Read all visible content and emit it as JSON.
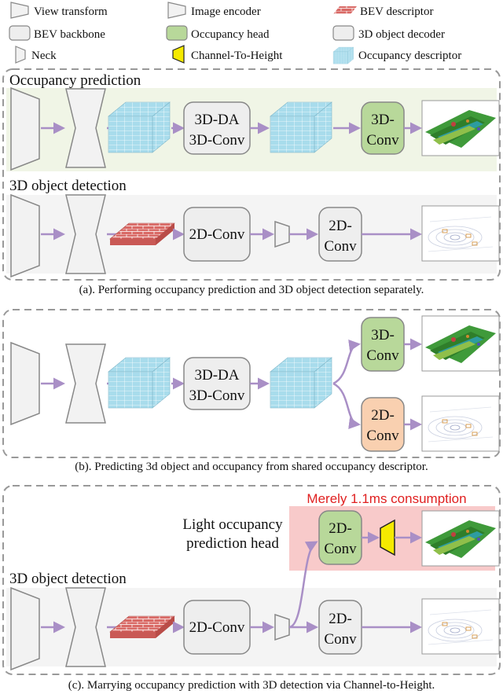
{
  "legend": {
    "view_transform": "View transform",
    "image_encoder": "Image encoder",
    "bev_descriptor": "BEV descriptor",
    "bev_backbone": "BEV backbone",
    "occupancy_head": "Occupancy head",
    "object_decoder": "3D object decoder",
    "neck": "Neck",
    "channel_to_height": "Channel-To-Height",
    "occupancy_descriptor": "Occupancy descriptor"
  },
  "panel_a": {
    "occ_title": "Occupancy prediction",
    "det_title": "3D object detection",
    "conv3d_line1": "3D-DA",
    "conv3d_line2": "3D-Conv",
    "head_line1": "3D-",
    "head_line2": "Conv",
    "det_conv": "2D-Conv",
    "det_head_line1": "2D-",
    "det_head_line2": "Conv",
    "caption": "(a). Performing occupancy prediction and 3D object detection separately."
  },
  "panel_b": {
    "conv3d_line1": "3D-DA",
    "conv3d_line2": "3D-Conv",
    "occ_head_line1": "3D-",
    "occ_head_line2": "Conv",
    "det_head_line1": "2D-",
    "det_head_line2": "Conv",
    "caption": "(b). Predicting 3d object and occupancy from shared occupancy descriptor."
  },
  "panel_c": {
    "consumption": "Merely 1.1ms consumption",
    "light_line1": "Light occupancy",
    "light_line2": "prediction head",
    "det_title": "3D object detection",
    "occ_head_line1": "2D-",
    "occ_head_line2": "Conv",
    "det_conv": "2D-Conv",
    "det_head_line1": "2D-",
    "det_head_line2": "Conv",
    "caption": "(c). Marrying occupancy prediction with 3D detection via Channel-to-Height."
  },
  "colors": {
    "occupancy_head": "#b8d89a",
    "detection_head": "#f9d0b0",
    "block_gray": "#eeeeee",
    "bev_red": "#d96a66",
    "occ_blue": "#a8dcec",
    "arrow": "#a98fc6",
    "highlight": "#f8caca",
    "channel_to_height": "#f5ea00",
    "consumption_text": "#e02020"
  }
}
